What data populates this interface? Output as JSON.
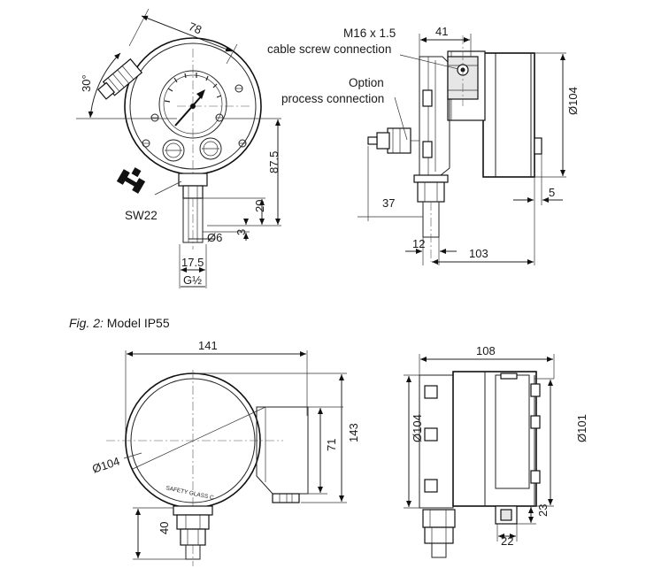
{
  "top_left_view": {
    "dim_width": "78",
    "dim_angle": "30°",
    "dim_height": "87.5",
    "dim_stem": "20",
    "dim_small": "3",
    "dim_bore": "Ø6",
    "dim_thread_len": "17.5",
    "thread": "G½",
    "wrench": "SW22"
  },
  "top_right_view": {
    "cable_note_line1": "M16 x 1.5",
    "cable_note_line2": "cable screw connection",
    "option_line1": "Option",
    "option_line2": "process connection",
    "dim_41": "41",
    "dim_dia": "Ø104",
    "dim_5": "5",
    "dim_37": "37",
    "dim_12": "12",
    "dim_103": "103"
  },
  "caption": {
    "prefix": "Fig. 2:",
    "text": " Model IP55"
  },
  "bottom_left_view": {
    "dim_141": "141",
    "dim_dia": "Ø104",
    "dim_71": "71",
    "dim_143": "143",
    "dim_40": "40",
    "glass_label": "SAFETY GLASS C"
  },
  "bottom_right_view": {
    "dim_108": "108",
    "dim_dia104": "Ø104",
    "dim_dia101": "Ø101",
    "dim_23": "23",
    "dim_22": "22"
  }
}
